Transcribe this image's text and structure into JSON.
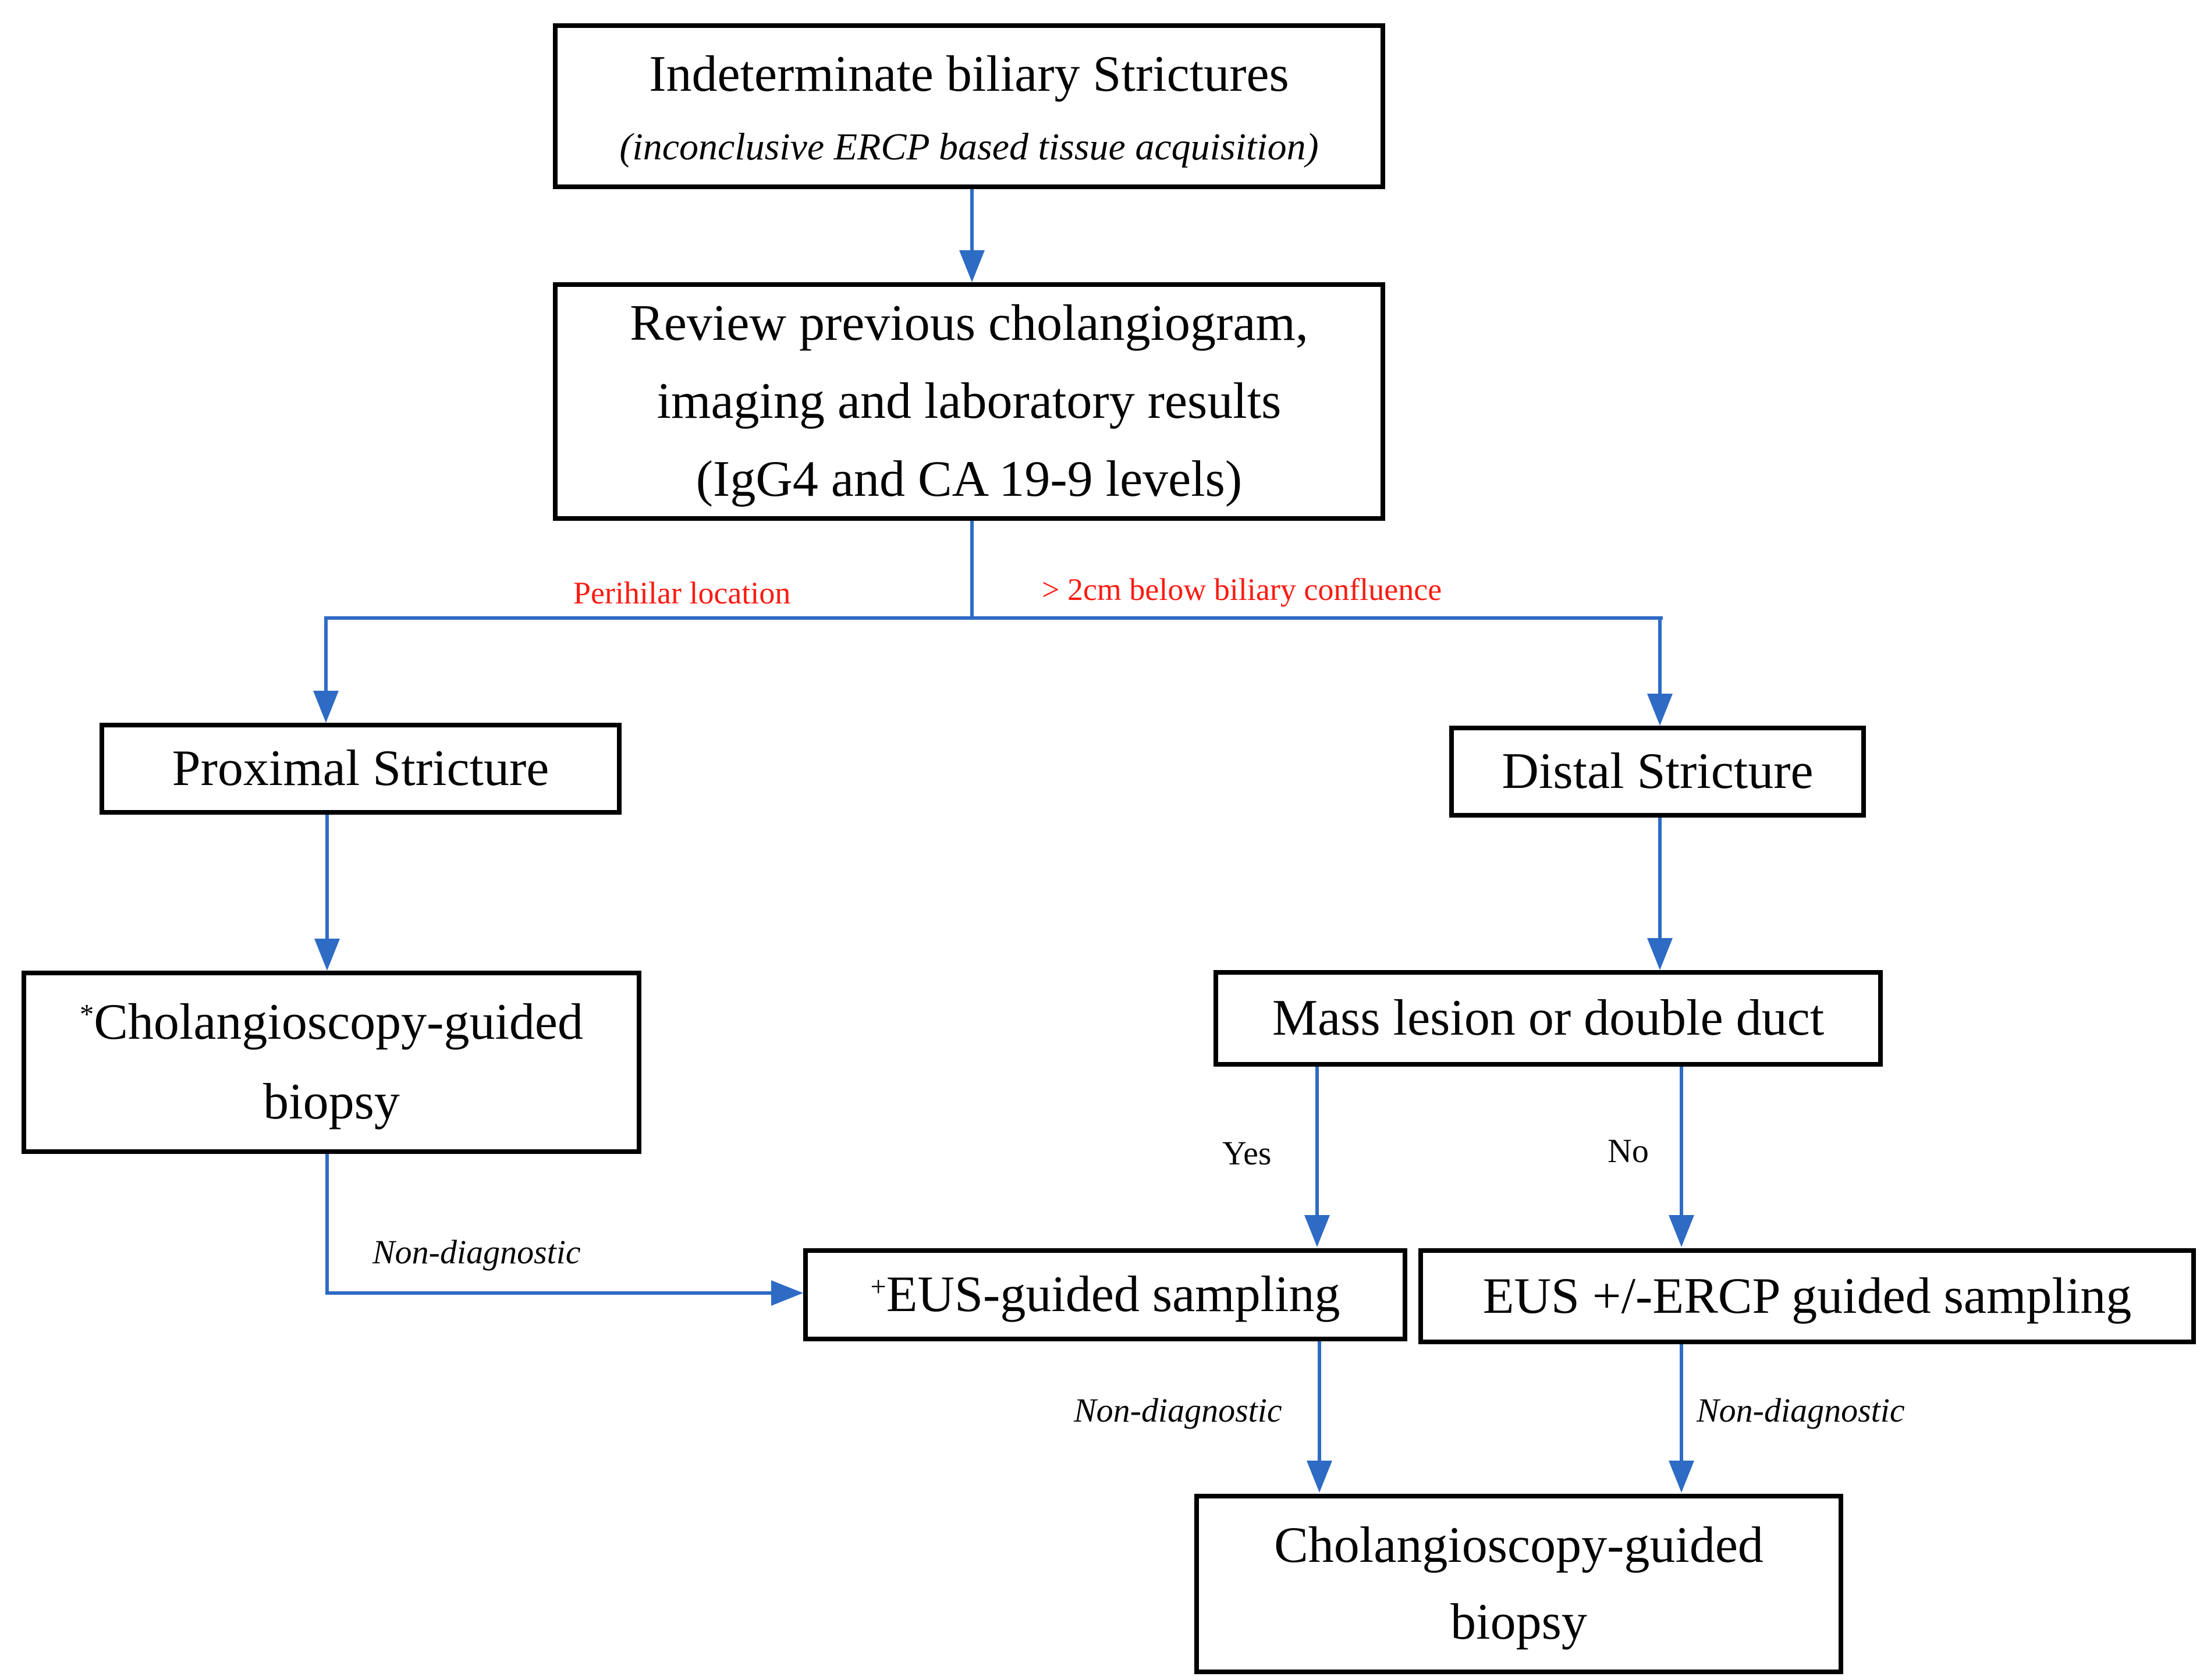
{
  "diagram": {
    "boxes": {
      "indeterminate": {
        "title": "Indeterminate biliary Strictures",
        "subtitle": "(inconclusive ERCP based tissue acquisition)"
      },
      "review": {
        "line1": "Review previous cholangiogram,",
        "line2": "imaging and laboratory results",
        "line3": "(IgG4 and CA 19-9 levels)"
      },
      "proximal": {
        "label": "Proximal Stricture"
      },
      "distal": {
        "label": "Distal Stricture"
      },
      "cholangioscopy_left": {
        "sup": "*",
        "line1": "Cholangioscopy-guided",
        "line2": "biopsy"
      },
      "mass_lesion": {
        "label": "Mass lesion or double duct"
      },
      "eus_sampling": {
        "sup": "+",
        "label": "EUS-guided sampling"
      },
      "eus_ercp_sampling": {
        "label": "EUS +/-ERCP guided sampling"
      },
      "cholangioscopy_bottom": {
        "line1": "Cholangioscopy-guided",
        "line2": "biopsy"
      }
    },
    "edge_labels": {
      "perihilar": "Perihilar location",
      "below_confluence": "> 2cm below biliary confluence",
      "yes": "Yes",
      "no": "No",
      "non_diagnostic_left": "Non-diagnostic",
      "non_diagnostic_mid": "Non-diagnostic",
      "non_diagnostic_right": "Non-diagnostic"
    },
    "colors": {
      "arrow_blue": "#2e6bc4",
      "label_red": "#fb1b12",
      "box_border": "#000000",
      "background": "#ffffff"
    }
  }
}
